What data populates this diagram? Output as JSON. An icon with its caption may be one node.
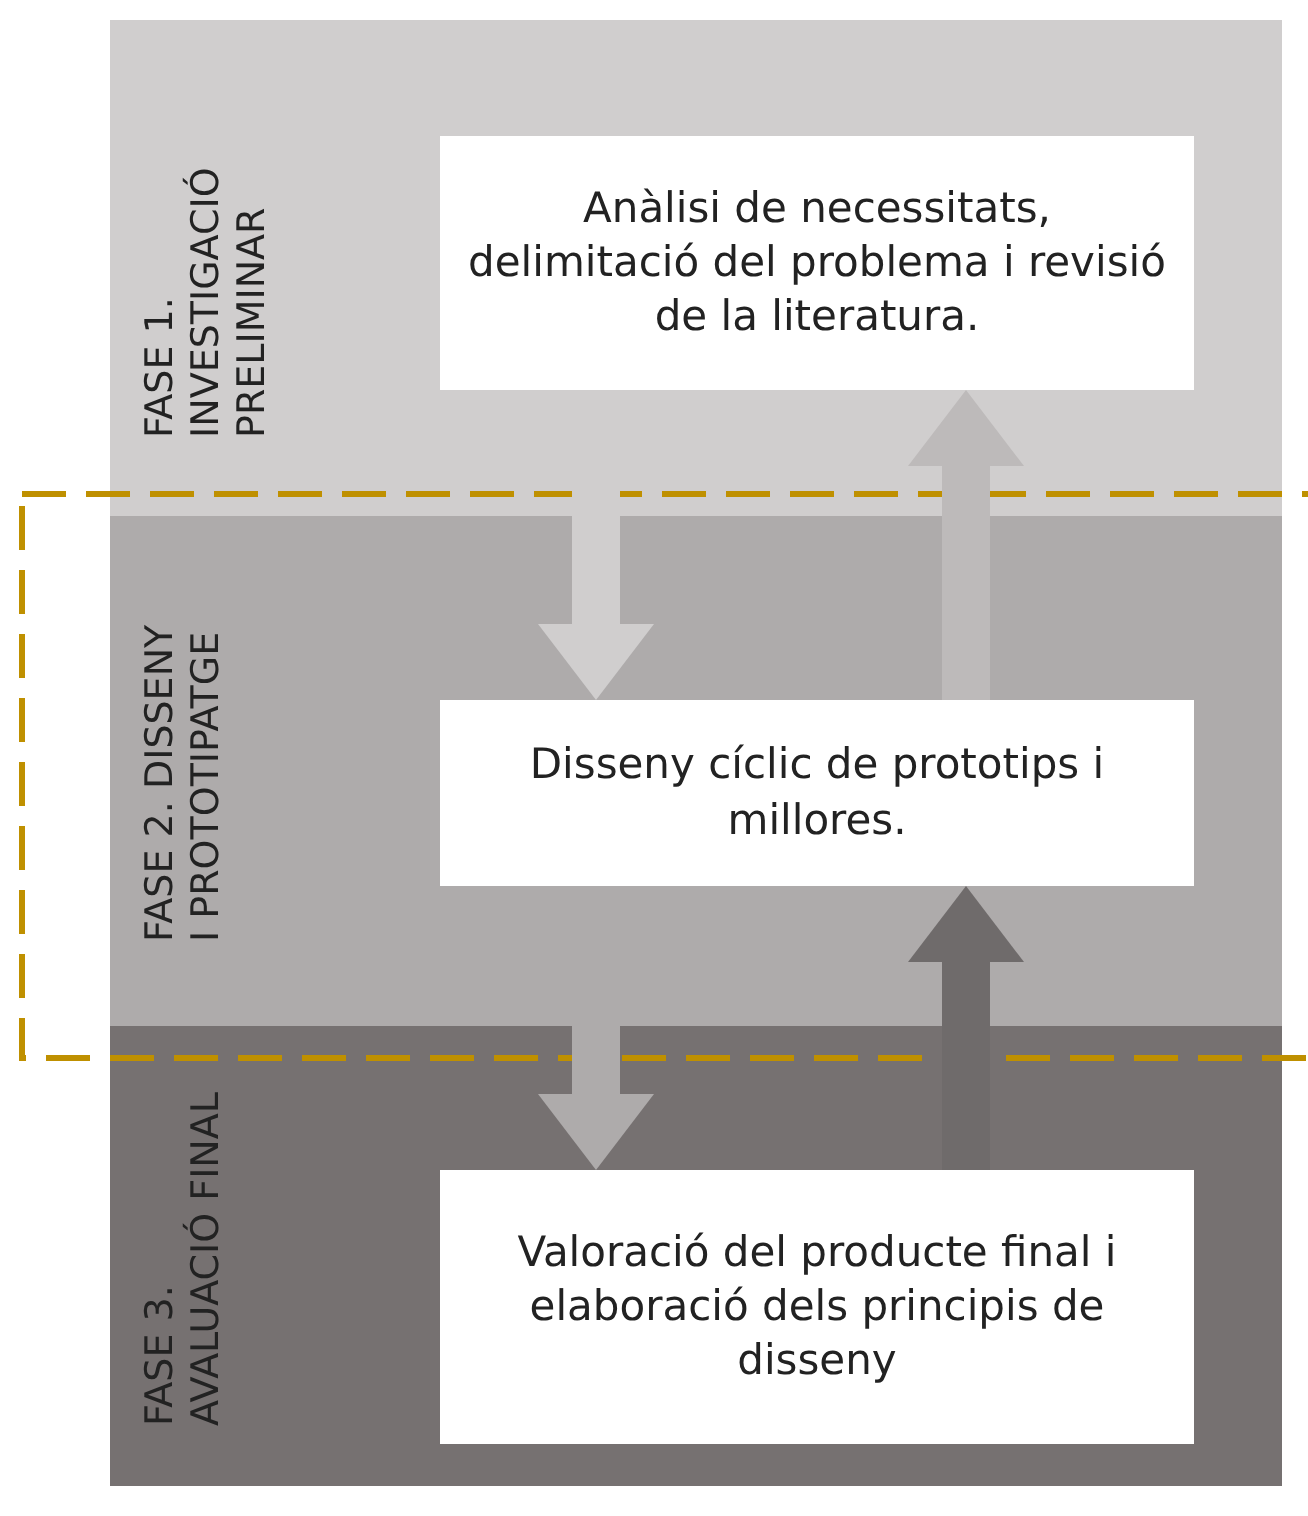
{
  "diagram": {
    "nodes": [
      {
        "text": [
          "FASE 1. INVESTIGACIÓ PRELIMINAR"
        ]
      },
      {
        "text": [
          "Anàlisi de necessitats, delimitació del problema i revisió de la literatura."
        ],
        "in": 0
      },
      {
        "text": [
          "FASE 2. DISSENY I PROTOTIPATGE"
        ]
      },
      {
        "text": [
          "Disseny cíclic de prototips i millores."
        ],
        "in": 2
      },
      {
        "text": [
          "FASE 3. AVALUACIÓ FINAL"
        ]
      },
      {
        "text": [
          "Valoració del producte final i elaboració dels principis de disseny"
        ],
        "in": 4
      }
    ],
    "edges": [
      {
        "from": 1,
        "to": 3,
        "arrow": "to",
        "color": "#d0cece"
      },
      {
        "from": 3,
        "to": 1,
        "arrow": "to",
        "color": "#bdbaba"
      },
      {
        "from": 3,
        "to": 5,
        "arrow": "to",
        "color": "#aeabab"
      },
      {
        "from": 5,
        "to": 3,
        "arrow": "to",
        "color": "#6f6b6b"
      }
    ]
  }
}
